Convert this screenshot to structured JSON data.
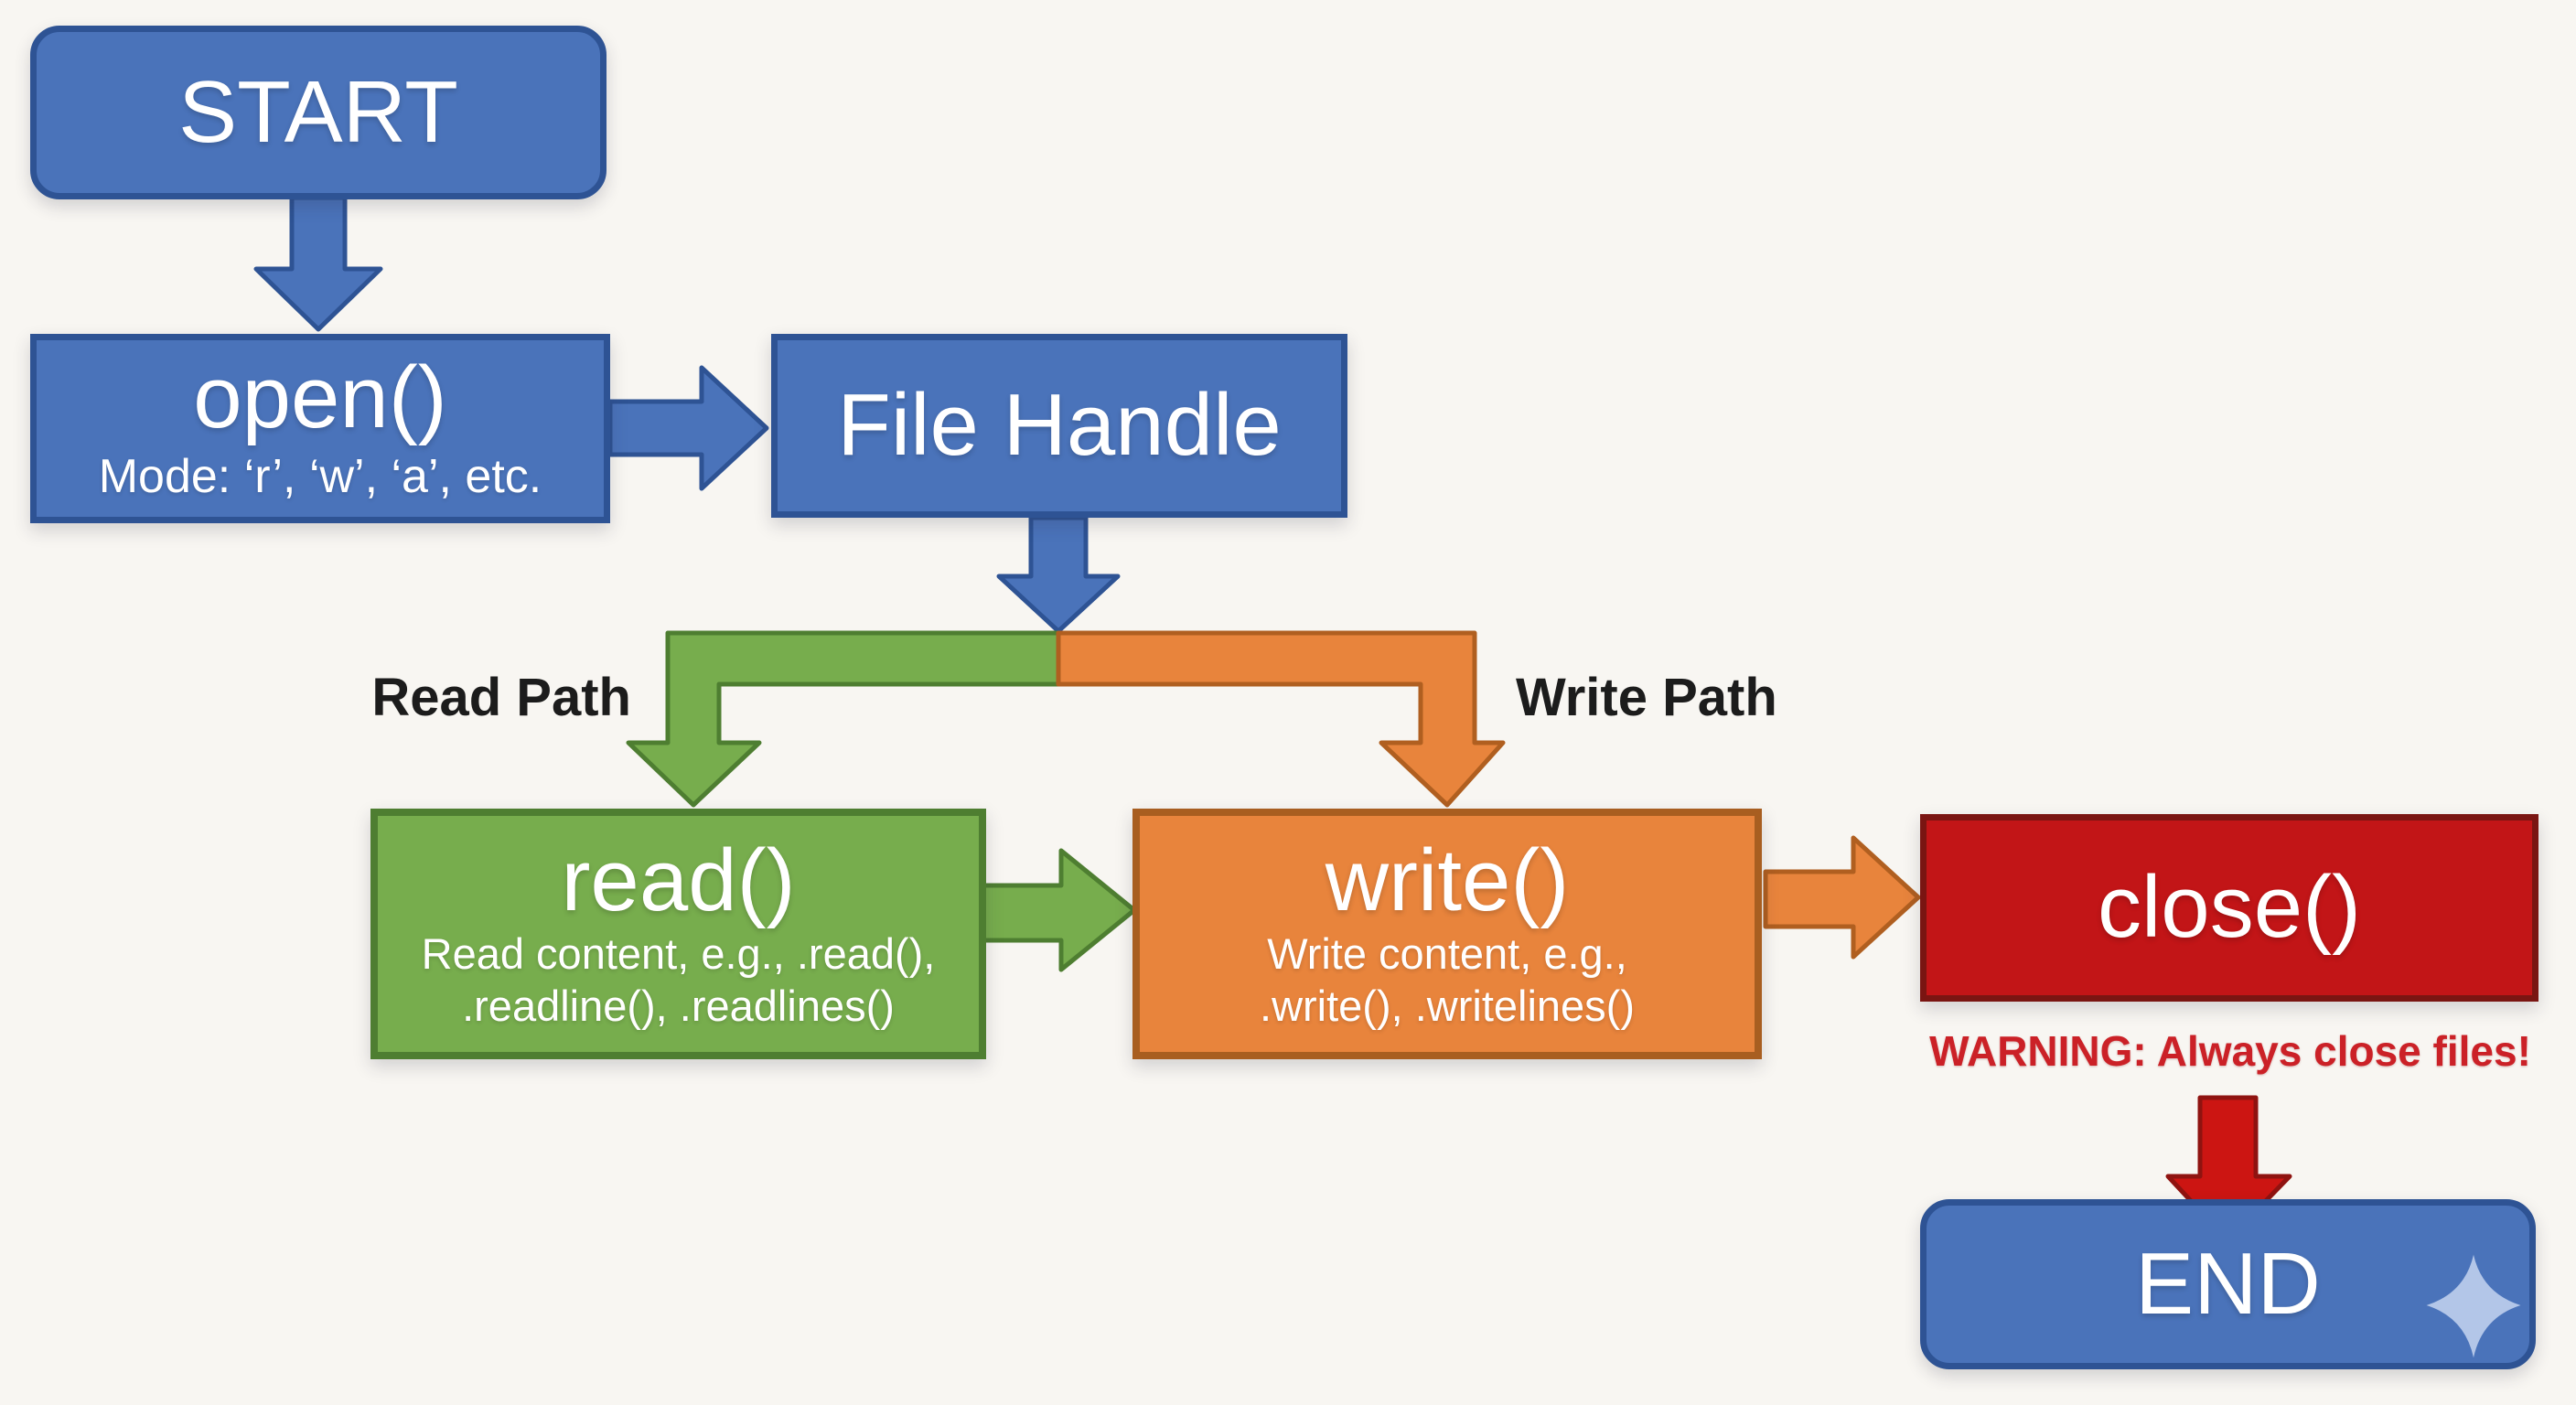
{
  "diagram": {
    "description": "Python file handling flowchart",
    "background": "#f8f6f2"
  },
  "nodes": {
    "start": {
      "label": "START"
    },
    "open": {
      "title": "open()",
      "subtitle": "Mode: ‘r’, ‘w’, ‘a’, etc."
    },
    "file_handle": {
      "title": "File Handle"
    },
    "read": {
      "title": "read()",
      "line1": "Read content, e.g., .read(),",
      "line2": ".readline(), .readlines()"
    },
    "write": {
      "title": "write()",
      "line1": "Write content, e.g.,",
      "line2": ".write(), .writelines()"
    },
    "close": {
      "title": "close()"
    },
    "end": {
      "label": "END"
    }
  },
  "labels": {
    "read_path": "Read Path",
    "write_path": "Write Path",
    "warning": "WARNING: Always close files!"
  },
  "icons": {
    "sparkle": "four-point-sparkle"
  },
  "colors": {
    "background": "#f8f6f2",
    "blue_fill": "#4a73ba",
    "blue_border": "#2e5394",
    "green_fill": "#77ad4d",
    "green_border": "#4e7e31",
    "orange_fill": "#e8843c",
    "orange_border": "#a85e20",
    "red_fill": "#c21517",
    "red_border": "#7a1512",
    "warning_text": "#cb2127",
    "path_label_text": "#1c1c1c",
    "sparkle": "#b3c6e8"
  }
}
